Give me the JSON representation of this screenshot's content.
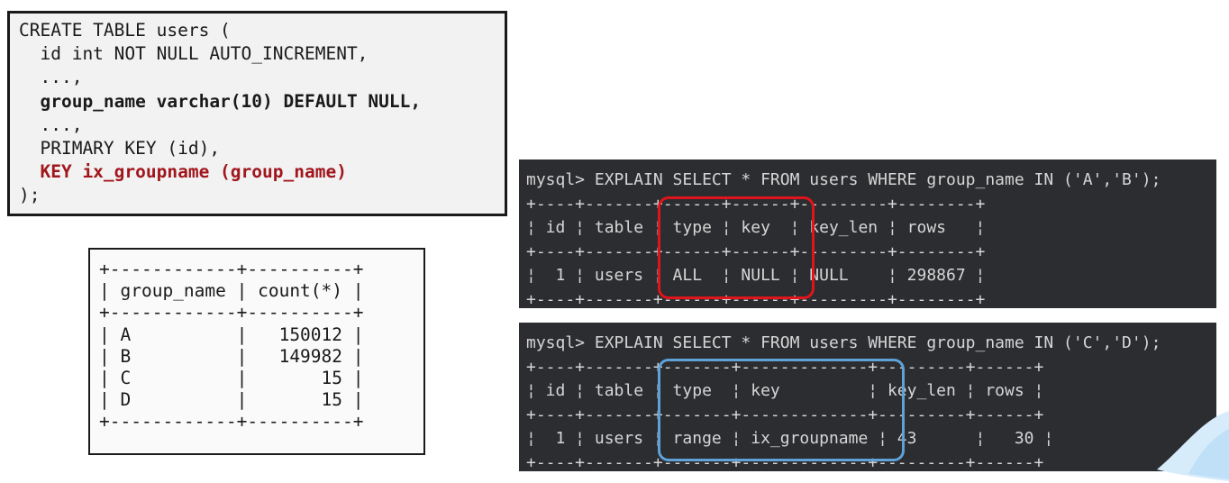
{
  "create_table": {
    "line1": "CREATE TABLE users (",
    "line2": "  id int NOT NULL AUTO_INCREMENT,",
    "line3": "  ...,",
    "line4": "  group_name varchar(10) DEFAULT NULL,",
    "line5": "  ...,",
    "line6": "  PRIMARY KEY (id),",
    "line7": "  KEY ix_groupname (group_name)",
    "line8": ");"
  },
  "count_table": {
    "border": "+------------+----------+",
    "header": "| group_name | count(*) |",
    "rows": [
      "| A          |   150012 |",
      "| B          |   149982 |",
      "| C          |       15 |",
      "| D          |       15 |"
    ]
  },
  "explain_1": {
    "query": "mysql> EXPLAIN SELECT * FROM users WHERE group_name IN ('A','B');",
    "border": "+----+-------+------+------+---------+--------+",
    "header": "¦ id ¦ table ¦ type ¦ key  ¦ key_len ¦ rows   ¦",
    "row": "¦  1 ¦ users ¦ ALL  ¦ NULL ¦ NULL    ¦ 298867 ¦"
  },
  "explain_2": {
    "query": "mysql> EXPLAIN SELECT * FROM users WHERE group_name IN ('C','D');",
    "border": "+----+-------+-------+-------------+---------+------+",
    "header": "¦ id ¦ table ¦ type  ¦ key         ¦ key_len ¦ rows ¦",
    "row": "¦  1 ¦ users ¦ range ¦ ix_groupname ¦ 43      ¦   30 ¦"
  },
  "colors": {
    "highlight_red": "#e0141b",
    "highlight_blue": "#5fa2d8",
    "terminal_bg": "#2b2d30",
    "key_red": "#a0161c"
  }
}
